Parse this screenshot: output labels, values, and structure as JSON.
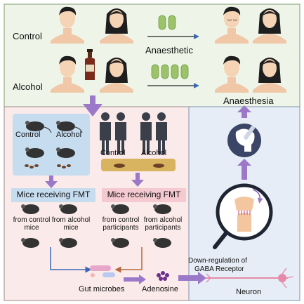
{
  "top_panel": {
    "row_control_label": "Control",
    "row_alcohol_label": "Alcohol",
    "anaesthetic_label": "Anaesthetic",
    "anaesthesia_label": "Anaesthesia"
  },
  "mice_panel": {
    "control_label": "Control",
    "alcohol_label": "Alcohol",
    "fmt_title": "Mice receiving FMT",
    "from_control_line1": "from control",
    "from_control_line2": "mice",
    "from_alcohol_line1": "from alcohol",
    "from_alcohol_line2": "mice"
  },
  "human_panel": {
    "control_label": "Control",
    "alcohol_label": "Alcohol",
    "fmt_title": "Mice receiving FMT",
    "from_control_line1": "from control",
    "from_control_line2": "participants",
    "from_alcohol_line1": "from alcohol",
    "from_alcohol_line2": "participants"
  },
  "bottom": {
    "gut_microbes_label": "Gut microbes",
    "adenosine_label": "Adenosine",
    "downreg_line1": "Down-regulation of",
    "downreg_line2": "GABA Receptor",
    "neuron_label": "Neuron"
  },
  "colors": {
    "top_bg": "#eef5e8",
    "mouse_bg": "#fbeaea",
    "brain_bg": "#e6edf6",
    "arrow_purple": "#9b79c8",
    "pill_green": "#9cc36a",
    "blue_box": "#c6dcef",
    "pink_box": "#f4c9d0",
    "gold_box": "#d8b461"
  }
}
